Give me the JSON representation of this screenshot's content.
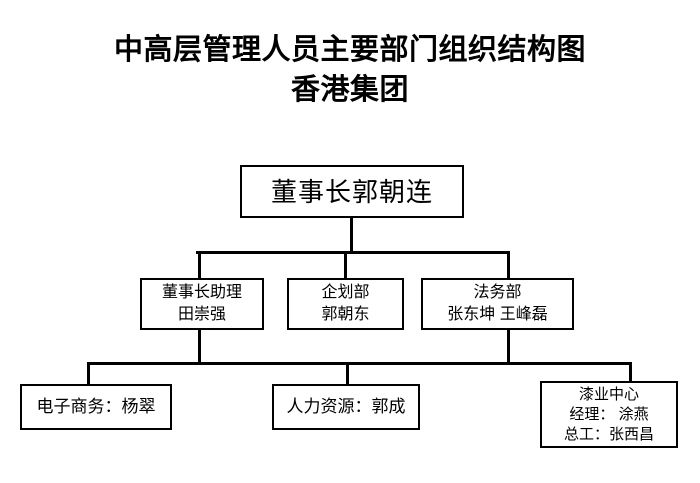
{
  "title": {
    "line1": "中高层管理人员主要部门组织结构图",
    "line2": "香港集团"
  },
  "chart_data": {
    "type": "diagram",
    "diagram_type": "organization-chart",
    "title": "中高层管理人员主要部门组织结构图 香港集团",
    "orientation": "top-down",
    "node_shape": "rectangle",
    "border_color": "#000000",
    "background_color": "#ffffff",
    "text_color": "#000000",
    "levels": 3,
    "nodes": [
      {
        "id": "root",
        "level": 0,
        "lines": [
          "董事长郭朝连"
        ],
        "parent": null
      },
      {
        "id": "assistant",
        "level": 1,
        "lines": [
          "董事长助理",
          "田崇强"
        ],
        "parent": "root"
      },
      {
        "id": "planning",
        "level": 1,
        "lines": [
          "企划部",
          "郭朝东"
        ],
        "parent": "root"
      },
      {
        "id": "legal",
        "level": 1,
        "lines": [
          "法务部",
          "张东坤 王峰磊"
        ],
        "parent": "root"
      },
      {
        "id": "ecommerce",
        "level": 2,
        "lines": [
          "电子商务：杨翠"
        ],
        "parent": "assistant"
      },
      {
        "id": "hr",
        "level": 2,
        "lines": [
          "人力资源：郭成"
        ],
        "parent": "assistant"
      },
      {
        "id": "paint-center",
        "level": 2,
        "lines": [
          "漆业中心",
          "经理： 涂燕",
          "总工：张西昌"
        ],
        "parent": "legal"
      }
    ],
    "edges": [
      {
        "from": "root",
        "to": "assistant"
      },
      {
        "from": "root",
        "to": "planning"
      },
      {
        "from": "root",
        "to": "legal"
      },
      {
        "from": "assistant",
        "to": "ecommerce"
      },
      {
        "from": "assistant",
        "to": "hr"
      },
      {
        "from": "legal",
        "to": "paint-center"
      }
    ]
  },
  "nodes": {
    "root": {
      "line1": "董事长郭朝连"
    },
    "assistant": {
      "line1": "董事长助理",
      "line2": "田崇强"
    },
    "planning": {
      "line1": "企划部",
      "line2": "郭朝东"
    },
    "legal": {
      "line1": "法务部",
      "line2": "张东坤 王峰磊"
    },
    "ecommerce": {
      "line1": "电子商务：杨翠"
    },
    "hr": {
      "line1": "人力资源：郭成"
    },
    "paint_center": {
      "line1": "漆业中心",
      "line2": "经理： 涂燕",
      "line3": "总工：张西昌"
    }
  }
}
